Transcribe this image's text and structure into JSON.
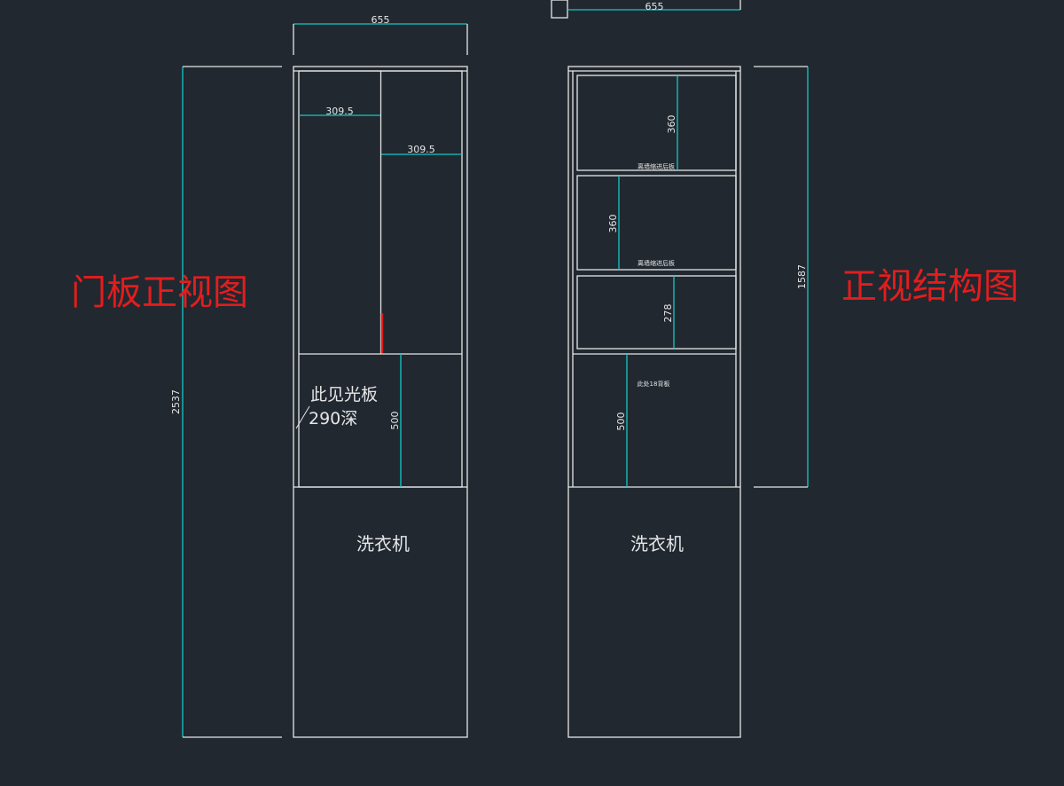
{
  "colors": {
    "background": "#212830",
    "line": "#e6e6e6",
    "dimension": "#14c8c8",
    "title": "#e31d1d",
    "marker": "#e01818"
  },
  "left_view": {
    "title": "门板正视图",
    "overall_height": "2537",
    "overall_width": "655",
    "door_width_left": "309.5",
    "door_width_right": "309.5",
    "note_line1": "此见光板",
    "note_line2": "290深",
    "lower_open_height": "500",
    "appliance_label": "洗衣机"
  },
  "right_view": {
    "title": "正视结构图",
    "overall_height": "1587",
    "overall_width": "655",
    "shelf_height_1": "360",
    "shelf_height_2": "360",
    "shelf_height_3": "278",
    "shelf_note_1": "离墙缩进后板",
    "shelf_note_2": "离墙缩进后板",
    "lower_note": "此处18背板",
    "lower_open_height": "500",
    "appliance_label": "洗衣机"
  }
}
